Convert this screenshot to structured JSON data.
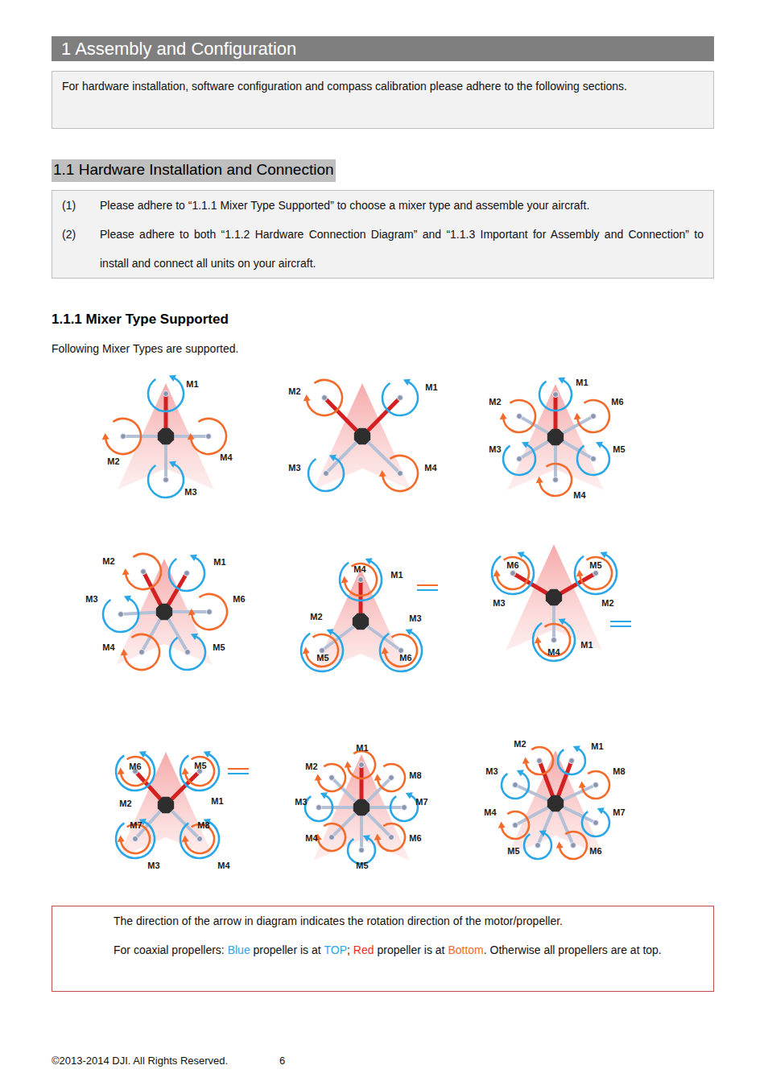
{
  "diagram": {
    "title": "1 Assembly and Configuration",
    "nodes": [
      {
        "text": [
          "For hardware installation, software configuration and compass calibration please adhere to the following sections."
        ]
      },
      {
        "text": [
          "1.1 Hardware Installation and Connection"
        ]
      },
      {
        "text": [
          "(1)",
          "Please adhere to “1.1.1 Mixer Type Supported” to choose a mixer type and assemble your aircraft.",
          "(2)",
          "Please adhere to both “1.1.2 Hardware Connection Diagram” and “1.1.3 Important for Assembly and Connection” to install and connect all units on your aircraft."
        ]
      },
      {
        "text": [
          "The direction of the arrow in diagram indicates the rotation direction of the motor/propeller.",
          "For coaxial propellers:",
          "Blue",
          "propeller is at",
          "TOP",
          ";",
          "Red",
          "propeller is at",
          "Bottom",
          ". Otherwise all propellers are at top."
        ]
      }
    ],
    "labels": [
      "1.1.1 Mixer Type Supported",
      "Following Mixer Types are supported.",
      "M1",
      "M2",
      "M4",
      "M3",
      "M2",
      "M1",
      "M3",
      "M4",
      "M1",
      "M2",
      "M6",
      "M3",
      "M5",
      "M4",
      "M2",
      "M1",
      "M3",
      "M6",
      "M4",
      "M5",
      "M4",
      "M1",
      "M2",
      "M3",
      "M5",
      "M6",
      "M6",
      "M5",
      "M3",
      "M2",
      "M4",
      "M1",
      "M6",
      "M5",
      "M2",
      "M1",
      "M7",
      "M8",
      "M3",
      "M4",
      "M1",
      "M2",
      "M8",
      "M3",
      "M7",
      "M4",
      "M6",
      "M5",
      "M2",
      "M1",
      "M3",
      "M8",
      "M4",
      "M7",
      "M5",
      "M6",
      "©2013-2014 DJI. All Rights Reserved.",
      "6"
    ]
  }
}
